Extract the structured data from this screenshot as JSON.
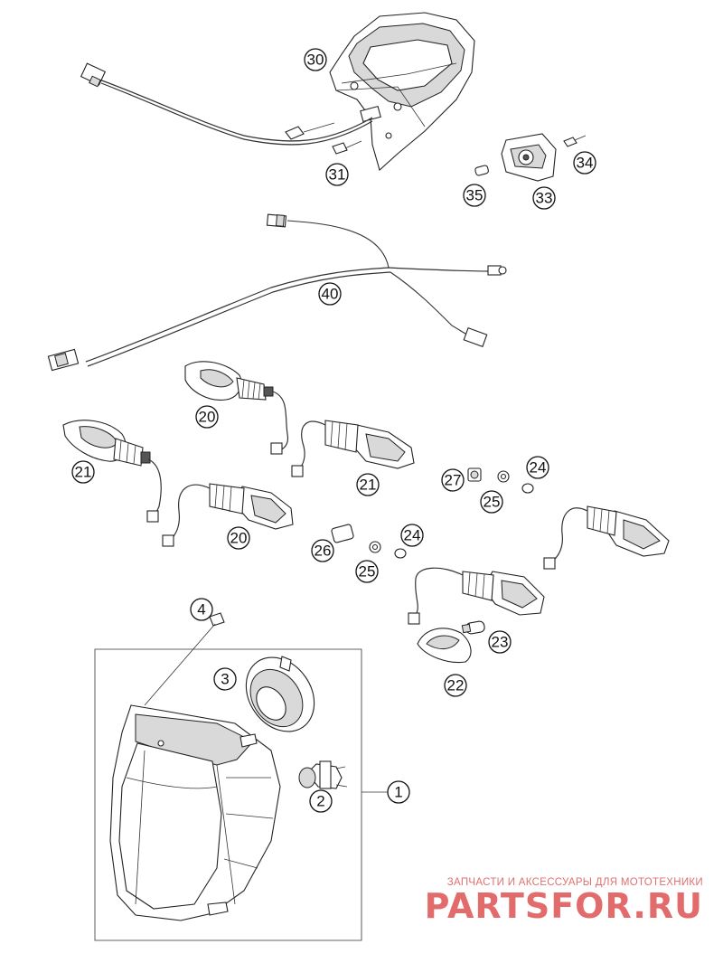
{
  "callouts": {
    "c30": "30",
    "c31": "31",
    "c33": "33",
    "c34": "34",
    "c35": "35",
    "c40": "40",
    "c20a": "20",
    "c20b": "20",
    "c21a": "21",
    "c21b": "21",
    "c27": "27",
    "c25a": "25",
    "c24a": "24",
    "c26": "26",
    "c25b": "25",
    "c24b": "24",
    "c23": "23",
    "c22": "22",
    "c4": "4",
    "c3": "3",
    "c2": "2",
    "c1": "1"
  },
  "watermark": {
    "subtitle": "ЗАПЧАСТИ И АКСЕССУАРЫ ДЛЯ МОТОТЕХНИКИ",
    "brand": "PARTSFOR.RU"
  },
  "colors": {
    "watermark": "#e26b6b",
    "line": "#222222"
  }
}
